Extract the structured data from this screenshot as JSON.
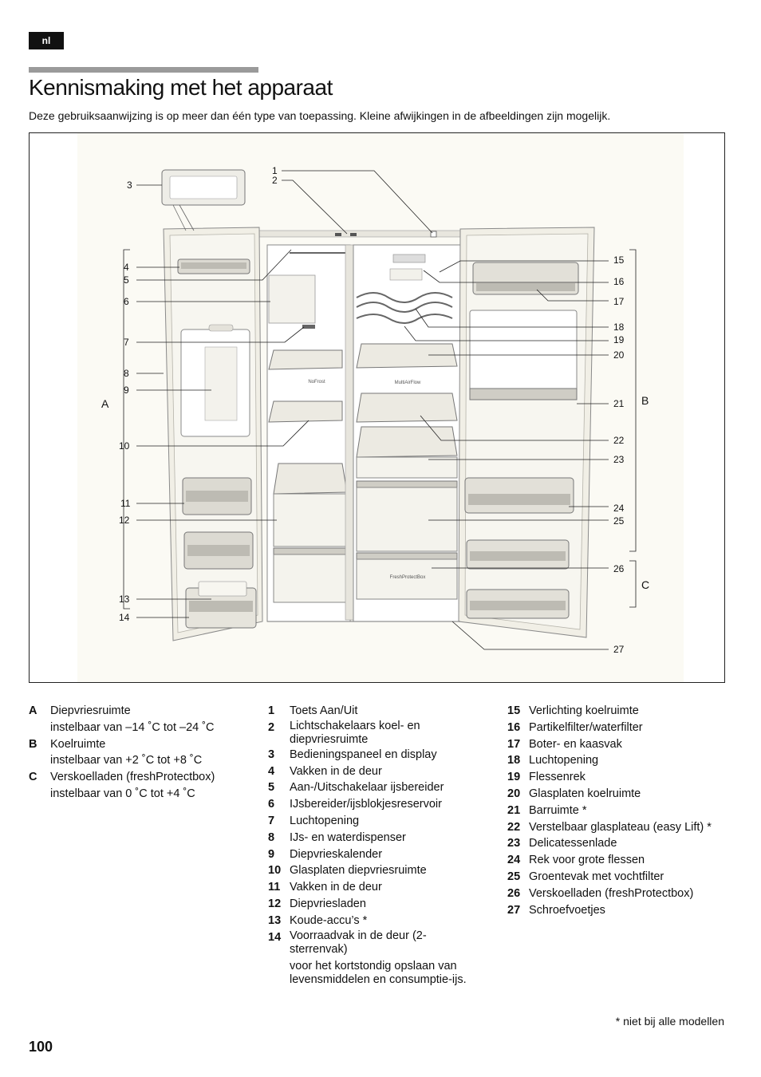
{
  "lang": "nl",
  "title": "Kennismaking met het apparaat",
  "intro": "Deze gebruiksaanwijzing is op meer dan één type van toepassing. Kleine afwijkingen in de afbeeldingen zijn mogelijk.",
  "figure": {
    "callouts": [
      "1",
      "2",
      "3",
      "4",
      "5",
      "6",
      "7",
      "8",
      "9",
      "10",
      "11",
      "12",
      "13",
      "14",
      "15",
      "16",
      "17",
      "18",
      "19",
      "20",
      "21",
      "22",
      "23",
      "24",
      "25",
      "26",
      "27"
    ],
    "regions": [
      "A",
      "B",
      "C"
    ],
    "panel_labels": {
      "freezer": "NoFrost",
      "fridge": "MultiAirFlow",
      "drawer": "FreshProtectBox"
    }
  },
  "legend": {
    "zones": [
      {
        "key": "A",
        "label": "Diepvriesruimte",
        "detail": "instelbaar van –14 ˚C tot –24 ˚C"
      },
      {
        "key": "B",
        "label": "Koelruimte",
        "detail": "instelbaar van +2 ˚C tot +8 ˚C"
      },
      {
        "key": "C",
        "label": "Verskoelladen (freshProtectbox)",
        "detail": "instelbaar van 0 ˚C tot +4 ˚C"
      }
    ],
    "parts_left": [
      {
        "n": "1",
        "t": "Toets Aan/Uit"
      },
      {
        "n": "2",
        "t": "Lichtschakelaars koel- en diepvriesruimte"
      },
      {
        "n": "3",
        "t": "Bedieningspaneel en display"
      },
      {
        "n": "4",
        "t": "Vakken in de deur"
      },
      {
        "n": "5",
        "t": "Aan-/Uitschakelaar ijsbereider"
      },
      {
        "n": "6",
        "t": "IJsbereider/ijsblokjesreservoir"
      },
      {
        "n": "7",
        "t": "Luchtopening"
      },
      {
        "n": "8",
        "t": "IJs- en waterdispenser"
      },
      {
        "n": "9",
        "t": "Diepvrieskalender"
      },
      {
        "n": "10",
        "t": "Glasplaten diepvriesruimte"
      },
      {
        "n": "11",
        "t": "Vakken in de deur"
      },
      {
        "n": "12",
        "t": "Diepvriesladen"
      },
      {
        "n": "13",
        "t": "Koude-accu’s *"
      },
      {
        "n": "14",
        "t": "Voorraadvak in de deur (2-sterrenvak)"
      }
    ],
    "part14_note": "voor het kortstondig opslaan van levensmiddelen en consumptie-ijs.",
    "parts_right": [
      {
        "n": "15",
        "t": "Verlichting koelruimte"
      },
      {
        "n": "16",
        "t": "Partikelfilter/waterfilter"
      },
      {
        "n": "17",
        "t": "Boter- en kaasvak"
      },
      {
        "n": "18",
        "t": "Luchtopening"
      },
      {
        "n": "19",
        "t": "Flessenrek"
      },
      {
        "n": "20",
        "t": "Glasplaten koelruimte"
      },
      {
        "n": "21",
        "t": "Barruimte *"
      },
      {
        "n": "22",
        "t": "Verstelbaar glasplateau (easy Lift) *"
      },
      {
        "n": "23",
        "t": "Delicatessenlade"
      },
      {
        "n": "24",
        "t": "Rek voor grote flessen"
      },
      {
        "n": "25",
        "t": "Groentevak met vochtfilter"
      },
      {
        "n": "26",
        "t": "Verskoelladen (freshProtectbox)"
      },
      {
        "n": "27",
        "t": "Schroefvoetjes"
      }
    ]
  },
  "footnote": "* niet bij alle modellen",
  "page_number": "100"
}
